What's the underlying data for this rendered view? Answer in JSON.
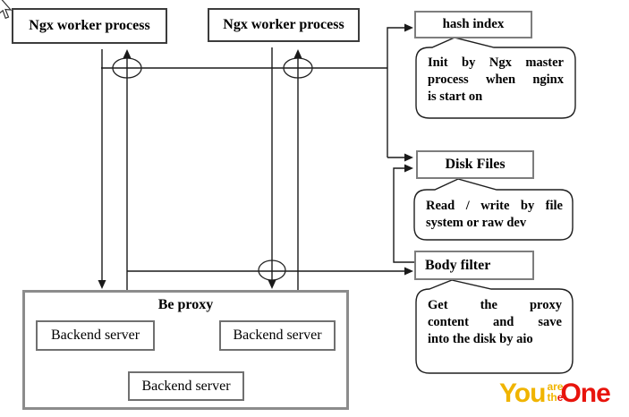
{
  "diagram": {
    "nodes": {
      "worker1": "Ngx worker process",
      "worker2": "Ngx worker process",
      "hash_index": "hash index",
      "disk_files": "Disk Files",
      "body_filter": "Body filter",
      "be_proxy": "Be proxy",
      "backend1": "Backend server",
      "backend2": "Backend server",
      "backend3": "Backend server"
    },
    "callouts": {
      "hash_index": {
        "lines": [
          "Init by Ngx master",
          "process when nginx",
          "is start on"
        ]
      },
      "disk_files": {
        "lines": [
          "Read / write by file",
          "system or raw dev"
        ]
      },
      "body_filter": {
        "lines": [
          "Get the proxy",
          "content and save",
          "into the disk by aio"
        ]
      }
    }
  },
  "logo": {
    "you": "You",
    "are": "are",
    "th": "th",
    "e": "e",
    "one": "One"
  },
  "colors": {
    "line": "#1a1a1a",
    "worker_border": "#3c3c3c",
    "box_border": "#7d7d7d",
    "proxy_border": "#8c8c8c",
    "logo_gold": "#F0B400",
    "logo_red": "#E8140C"
  }
}
